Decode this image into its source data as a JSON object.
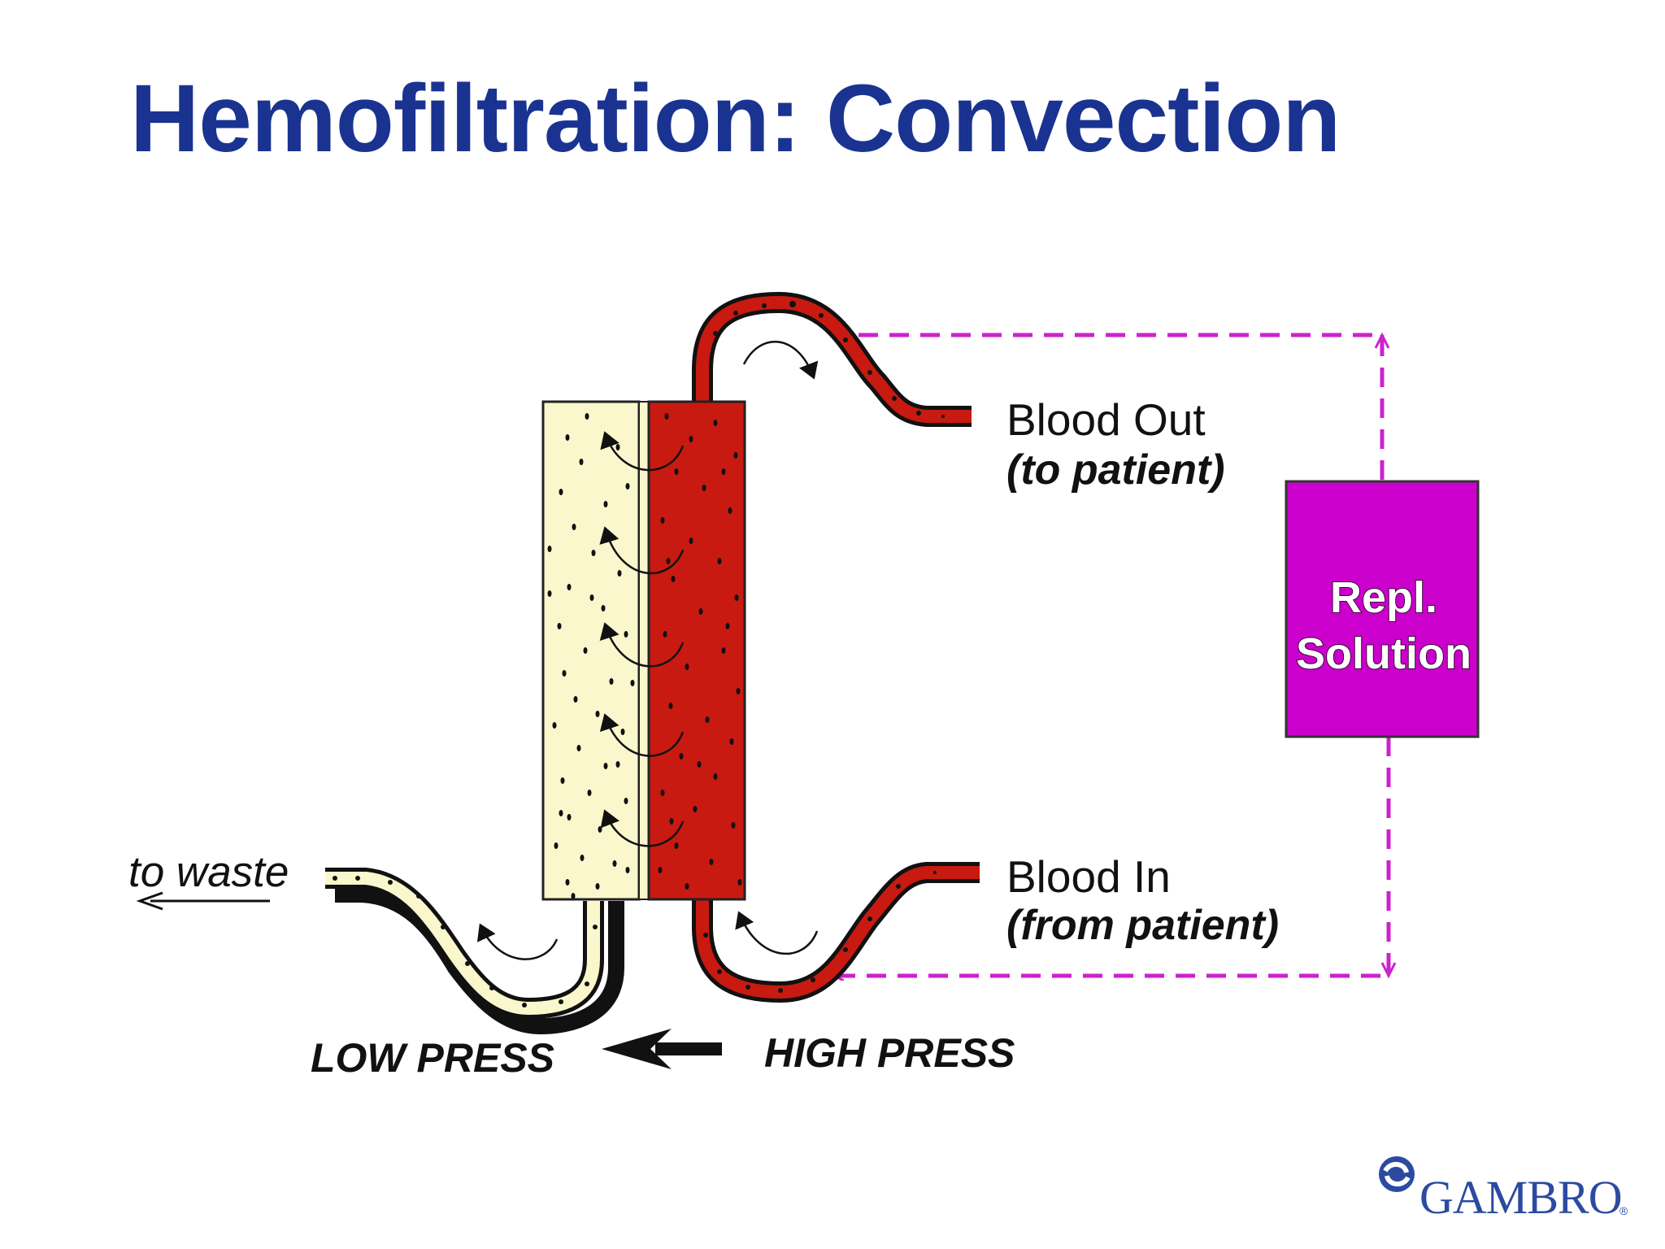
{
  "title": "Hemofiltration: Convection",
  "labels": {
    "blood_out": "Blood Out",
    "blood_out_sub": "(to patient)",
    "blood_in": "Blood In",
    "blood_in_sub": "(from patient)",
    "repl_line1": "Repl.",
    "repl_line2": "Solution",
    "to_waste": "to waste",
    "low_press": "LOW  PRESS",
    "high_press": "HIGH PRESS"
  },
  "logo": {
    "text": "GAMBRO",
    "registered": "®"
  },
  "colors": {
    "title": "#1a3391",
    "blood": "#c81a10",
    "filtrate": "#fbf7cc",
    "replacement": "#cc00cc",
    "dashed_line": "#cc22cc",
    "logo": "#2b4aa0"
  }
}
